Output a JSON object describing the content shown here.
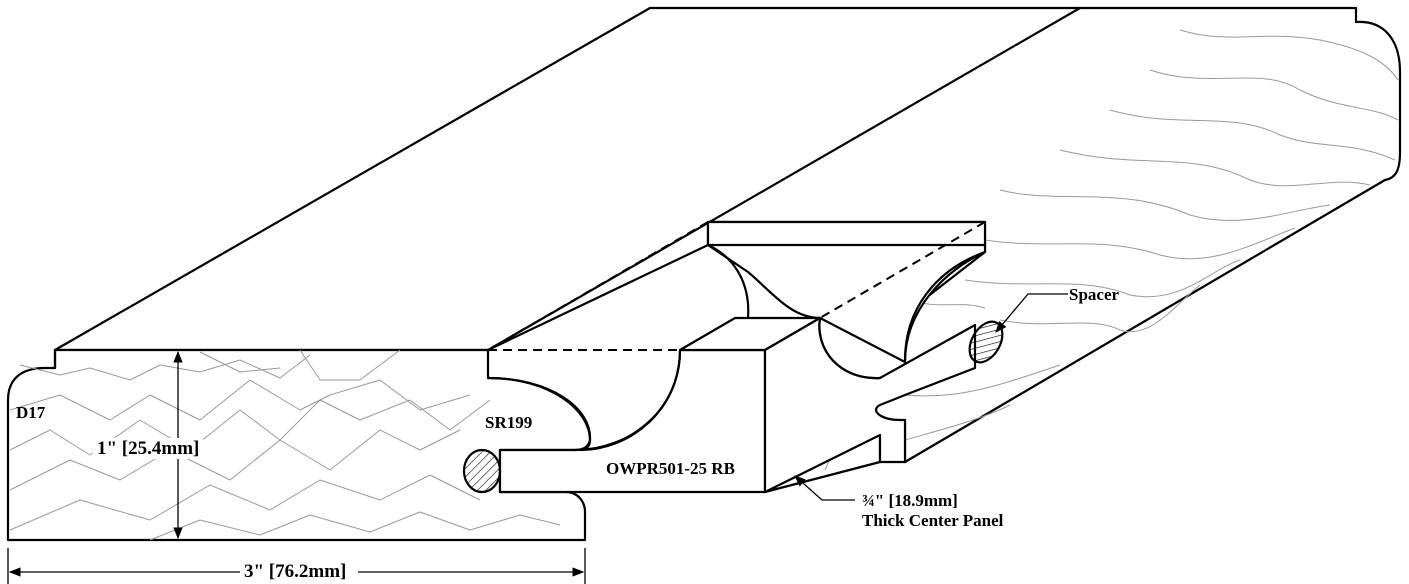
{
  "labels": {
    "profile": "D17",
    "stile_cutter": "SR199",
    "thickness": "1\" [25.4mm]",
    "panel_cutter": "OWPR501-25 RB",
    "spacer": "Spacer",
    "panel_thickness_line1": "¾\" [18.9mm]",
    "panel_thickness_line2": "Thick Center Panel",
    "width": "3\" [76.2mm]"
  }
}
